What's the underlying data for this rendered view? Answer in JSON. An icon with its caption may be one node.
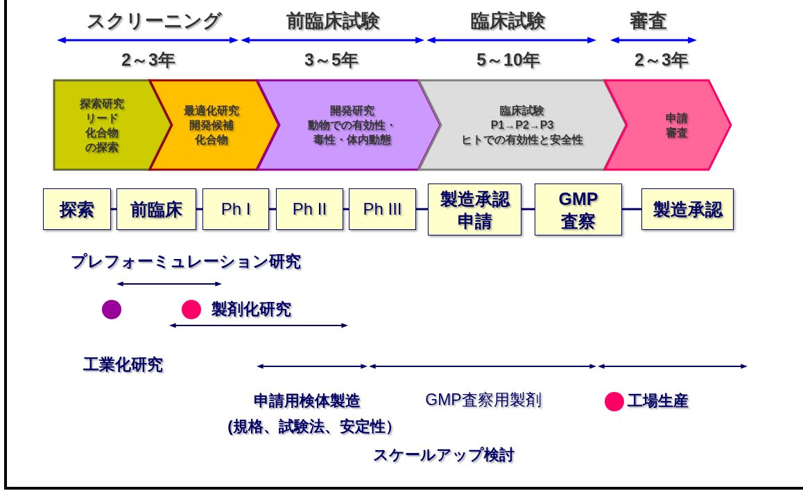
{
  "diagram": {
    "nodes": [
      {
        "text": [
          "探索研究",
          "リード化合物の探索"
        ]
      },
      {
        "text": [
          "最適化研究",
          "開発候補化合物"
        ]
      },
      {
        "text": [
          "開発研究",
          "動物での有効性・毒性・体内動態"
        ]
      },
      {
        "text": [
          "臨床試験",
          "P1→P2→P3",
          "ヒトでの有効性と安全性"
        ]
      },
      {
        "text": [
          "申請審査"
        ]
      },
      {
        "text": [
          "探索"
        ]
      },
      {
        "text": [
          "前臨床"
        ]
      },
      {
        "text": [
          "Ph I"
        ]
      },
      {
        "text": [
          "Ph II"
        ]
      },
      {
        "text": [
          "Ph III"
        ]
      },
      {
        "text": [
          "製造承認申請"
        ]
      },
      {
        "text": [
          "GMP査察"
        ]
      },
      {
        "text": [
          "製造承認"
        ]
      }
    ],
    "edges": [
      {
        "from": 5,
        "to": 6,
        "arrow": "none"
      },
      {
        "from": 6,
        "to": 7,
        "arrow": "none"
      },
      {
        "from": 7,
        "to": 8,
        "arrow": "none"
      },
      {
        "from": 8,
        "to": 9,
        "arrow": "none"
      },
      {
        "from": 9,
        "to": 10,
        "arrow": "none"
      },
      {
        "from": 10,
        "to": 11,
        "arrow": "none"
      },
      {
        "from": 11,
        "to": 12,
        "arrow": "none"
      }
    ],
    "labels": [
      "スクリーニング",
      "前臨床試験",
      "臨床試験",
      "審査",
      "2～3年",
      "3～5年",
      "5～10年",
      "2～3年",
      "プレフォーミュレーション研究",
      "製剤化研究",
      "工業化研究",
      "申請用検体製造",
      "(規格、試験法、安定性）",
      "GMP査察用製剤",
      "工場生産",
      "スケールアップ検討"
    ]
  }
}
